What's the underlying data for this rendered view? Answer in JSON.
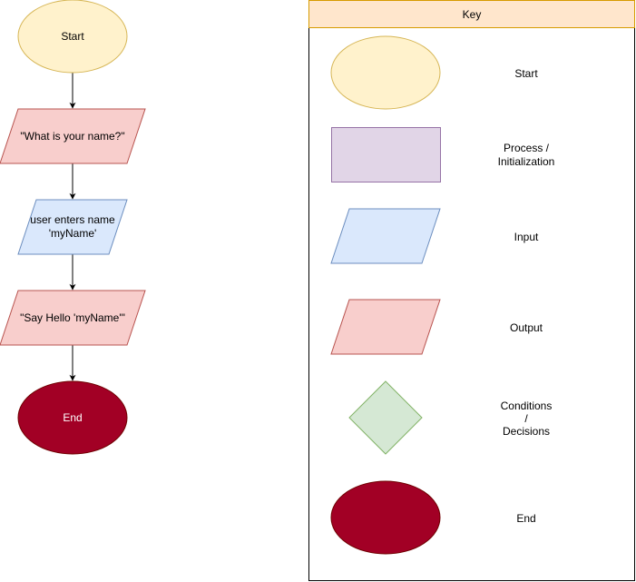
{
  "flowchart": {
    "start": "Start",
    "ask_name": "\"What is your name?\"",
    "input_line1": "user enters name",
    "input_line2": "'myName'",
    "say_hello": "\"Say Hello 'myName'\"",
    "end": "End"
  },
  "key": {
    "title": "Key",
    "items": [
      {
        "shape": "ellipse",
        "label_lines": [
          "Start"
        ]
      },
      {
        "shape": "rectangle",
        "label_lines": [
          "Process /",
          "Initialization"
        ]
      },
      {
        "shape": "parallelogram",
        "label_lines": [
          "Input"
        ]
      },
      {
        "shape": "parallelogram",
        "label_lines": [
          "Output"
        ]
      },
      {
        "shape": "diamond",
        "label_lines": [
          "Conditions",
          "/",
          "Decisions"
        ]
      },
      {
        "shape": "ellipse",
        "label_lines": [
          "End"
        ]
      }
    ]
  },
  "colors": {
    "start_fill": "#fff2cc",
    "start_stroke": "#d6b656",
    "process_fill": "#e1d5e7",
    "process_stroke": "#9673a6",
    "input_fill": "#dae8fc",
    "input_stroke": "#6c8ebf",
    "output_fill": "#f8cecc",
    "output_stroke": "#b85450",
    "decision_fill": "#d5e8d4",
    "decision_stroke": "#82b366",
    "end_fill": "#a20025",
    "end_stroke": "#6f0000",
    "key_header_fill": "#ffe6cc",
    "key_header_stroke": "#d79b00"
  }
}
